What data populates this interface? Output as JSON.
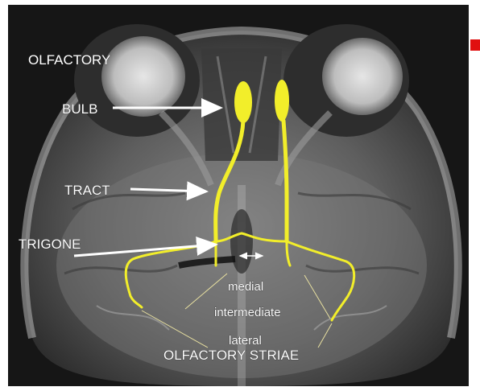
{
  "figure": {
    "labels": {
      "olfactory": "OLFACTORY",
      "bulb": "BULB",
      "tract": "TRACT",
      "trigone": "TRIGONE",
      "medial": "medial",
      "intermediate": "intermediate",
      "lateral": "lateral",
      "striae": "OLFACTORY STRIAE"
    },
    "colors": {
      "background": "#ffffff",
      "scan_dark": "#1c1c1c",
      "scan_mid": "#6f6f6f",
      "scan_light": "#cfcfcf",
      "nerve_highlight": "#f2ee2a",
      "label_text": "#ffffff",
      "marker": "#e01010"
    },
    "icons": [
      "red-square-marker",
      "arrow-icon"
    ]
  }
}
